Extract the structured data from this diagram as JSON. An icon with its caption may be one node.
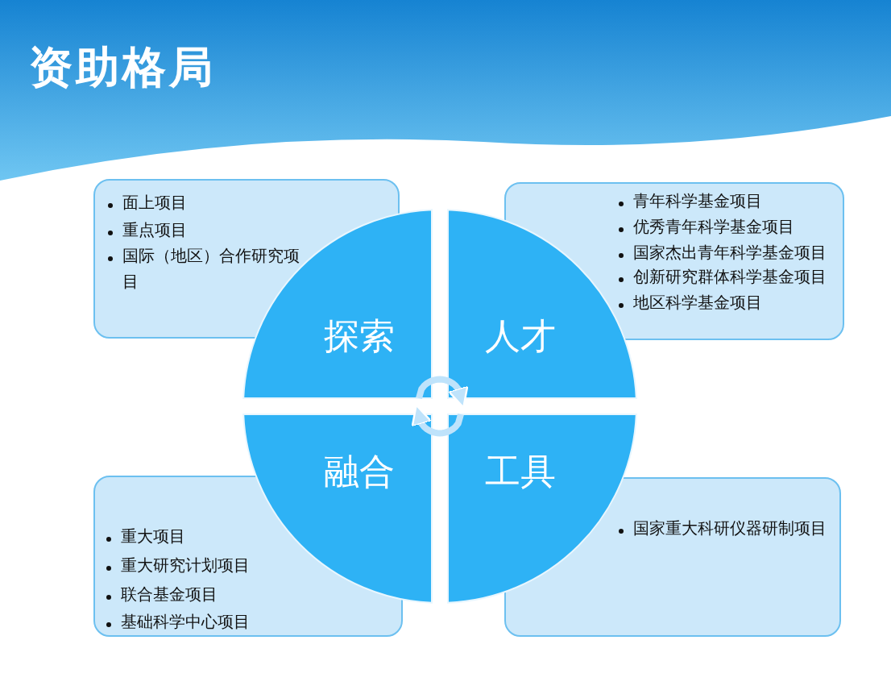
{
  "diagram": {
    "title": "资助格局",
    "nodes": [
      {
        "text": [
          "面上项目",
          "重点项目",
          "国际（地区）合作研究项目"
        ]
      },
      {
        "text": [
          "青年科学基金项目",
          "优秀青年科学基金项目",
          "国家杰出青年科学基金项目",
          "创新研究群体科学基金项目",
          "地区科学基金项目"
        ]
      },
      {
        "text": [
          "重大项目",
          "重大研究计划项目",
          "联合基金项目",
          "基础科学中心项目"
        ]
      },
      {
        "text": [
          "国家重大科研仪器研制项目"
        ]
      },
      {
        "text": [
          "探索"
        ]
      },
      {
        "text": [
          "人才"
        ]
      },
      {
        "text": [
          "融合"
        ]
      },
      {
        "text": [
          "工具"
        ]
      }
    ],
    "edges": [
      {
        "from": 4,
        "to": 5,
        "arrow": "to"
      },
      {
        "from": 7,
        "to": 6,
        "arrow": "to"
      }
    ]
  }
}
